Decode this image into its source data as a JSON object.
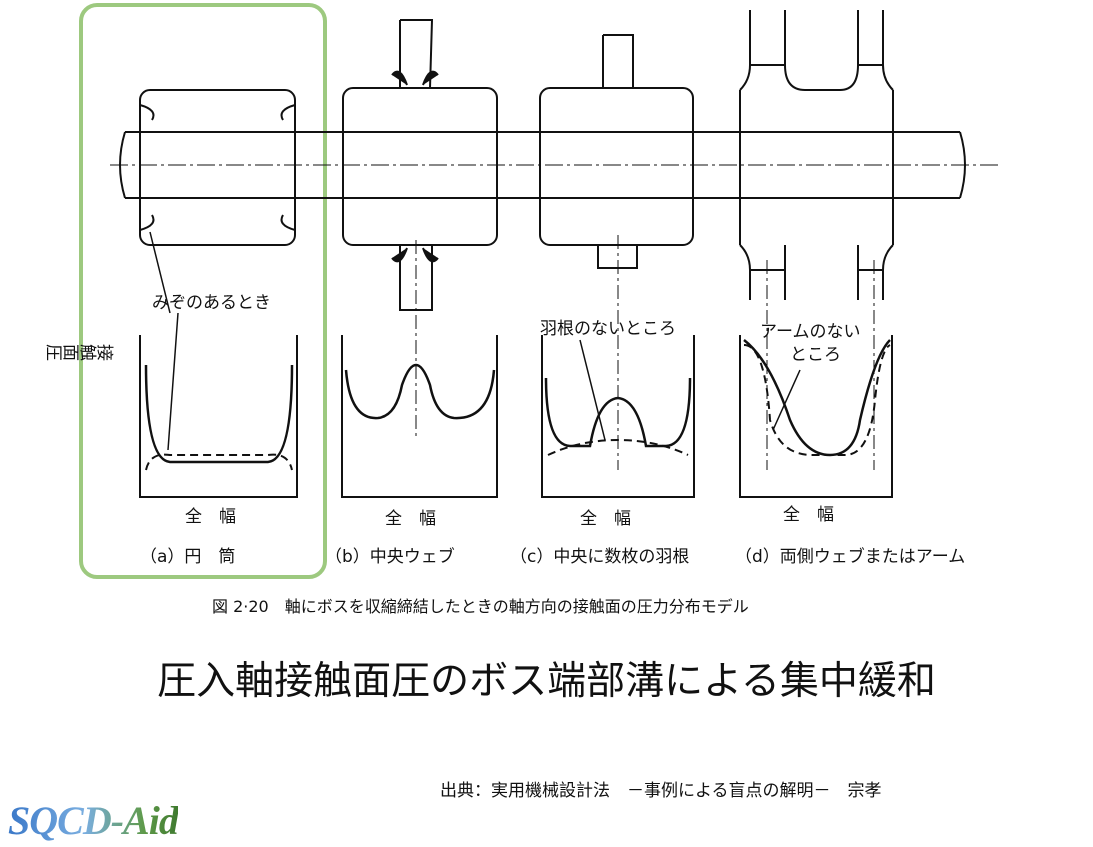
{
  "diagram": {
    "groove_label": "みぞのあるとき",
    "y_axis_label": "接触面圧",
    "no_blade_label": "羽根のないところ",
    "no_arm_label_1": "アームのない",
    "no_arm_label_2": "ところ",
    "width_label": "全　幅",
    "panels": [
      {
        "caption": "（a）円　筒"
      },
      {
        "caption": "（b）中央ウェブ"
      },
      {
        "caption": "（c）中央に数枚の羽根"
      },
      {
        "caption": "（d）両側ウェブまたはアーム"
      }
    ],
    "figure_caption": "図 2·20　軸にボスを収縮締結したときの軸方向の接触面の圧力分布モデル",
    "highlight_color": "#9dc97f"
  },
  "title": "圧入軸接触面圧のボス端部溝による集中緩和",
  "source": "出典：実用機械設計法　－事例による盲点の解明－　宗孝",
  "logo": "SQCD-Aid"
}
